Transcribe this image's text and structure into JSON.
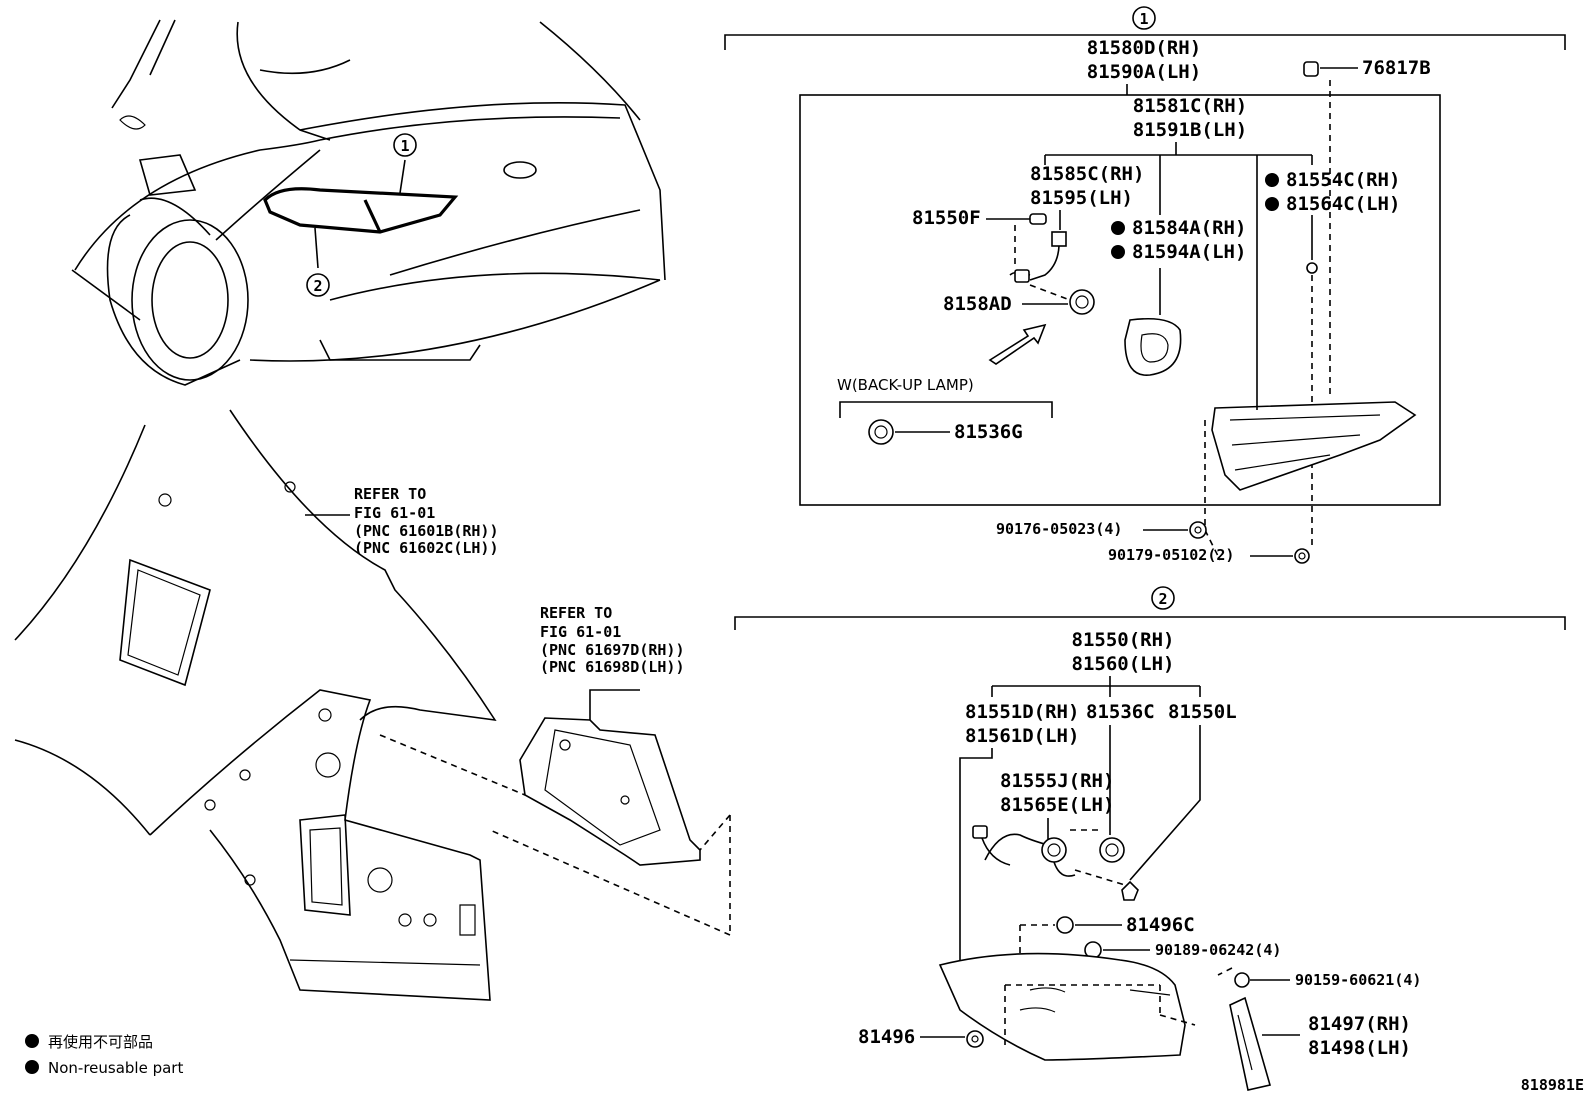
{
  "callouts": {
    "one": "1",
    "two": "2"
  },
  "group1": {
    "assy": [
      "81580D(RH)",
      "81590A(LH)"
    ],
    "clip_top": "76817B",
    "lens_body": [
      "81581C(RH)",
      "81591B(LH)"
    ],
    "socket_wire": [
      "81585C(RH)",
      "81595(LH)"
    ],
    "bulb": "81550F",
    "gasket": [
      "81584A(RH)",
      "81594A(LH)"
    ],
    "seal": [
      "81554C(RH)",
      "81564C(LH)"
    ],
    "socket": "8158AD",
    "backup_label": "W(BACK-UP LAMP)",
    "backup_socket": "81536G",
    "nut1": "90176-05023(4)",
    "nut2": "90179-05102(2)"
  },
  "group2": {
    "assy": [
      "81550(RH)",
      "81560(LH)"
    ],
    "lens_body": [
      "81551D(RH)",
      "81561D(LH)"
    ],
    "socket_a": "81536C",
    "bulb": "81550L",
    "wire": [
      "81555J(RH)",
      "81565E(LH)"
    ],
    "nut": "81496C",
    "screw1": "90189-06242(4)",
    "screw2": "90159-60621(4)",
    "clip": "81496",
    "bracket": [
      "81497(RH)",
      "81498(LH)"
    ]
  },
  "refer1": [
    "REFER TO",
    "FIG 61-01",
    "(PNC 61601B(RH))",
    "(PNC 61602C(LH))"
  ],
  "refer2": [
    "REFER TO",
    "FIG 61-01",
    "(PNC 61697D(RH))",
    "(PNC 61698D(LH))"
  ],
  "legend": {
    "jp": "再使用不可部品",
    "en": "Non-reusable part"
  },
  "figure_id": "818981E"
}
